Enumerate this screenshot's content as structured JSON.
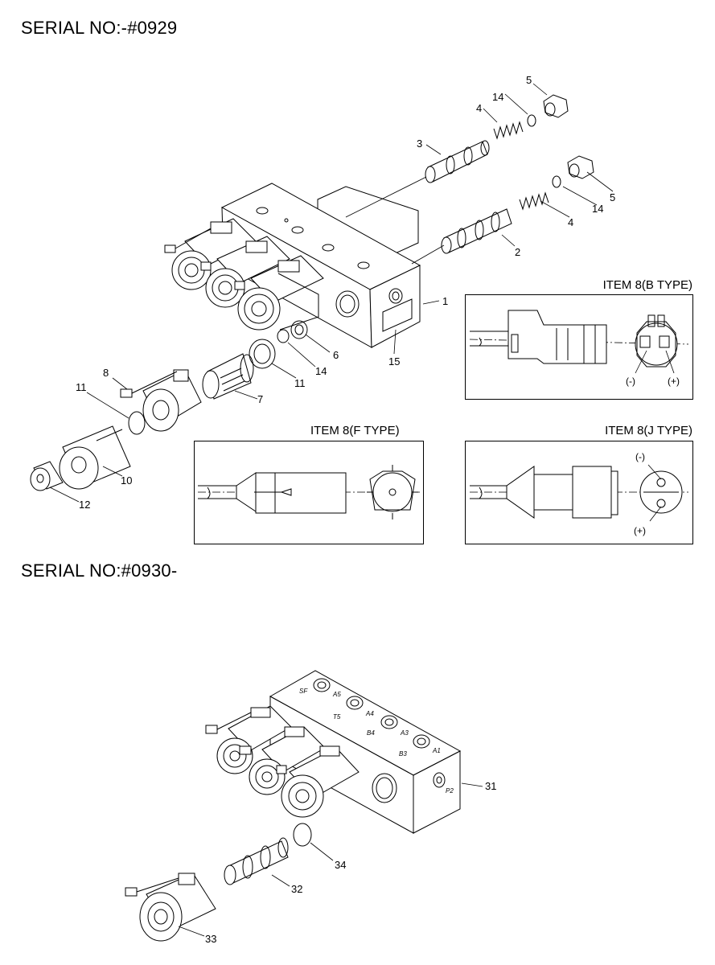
{
  "serials": {
    "top": "SERIAL NO:-#0929",
    "bottom": "SERIAL NO:#0930-"
  },
  "insets": {
    "b_type": "ITEM 8(B  TYPE)",
    "f_type": "ITEM 8(F  TYPE)",
    "j_type": "ITEM 8(J  TYPE)"
  },
  "polarity": {
    "minus": "(-)",
    "plus": "(+)"
  },
  "callouts": [
    "1",
    "2",
    "3",
    "4",
    "5",
    "6",
    "7",
    "8",
    "10",
    "11",
    "12",
    "14",
    "15",
    "31",
    "32",
    "33",
    "34"
  ],
  "port_marks": [
    "SF",
    "A5",
    "T5",
    "A4",
    "B4",
    "A3",
    "B3",
    "A1",
    "P2"
  ]
}
